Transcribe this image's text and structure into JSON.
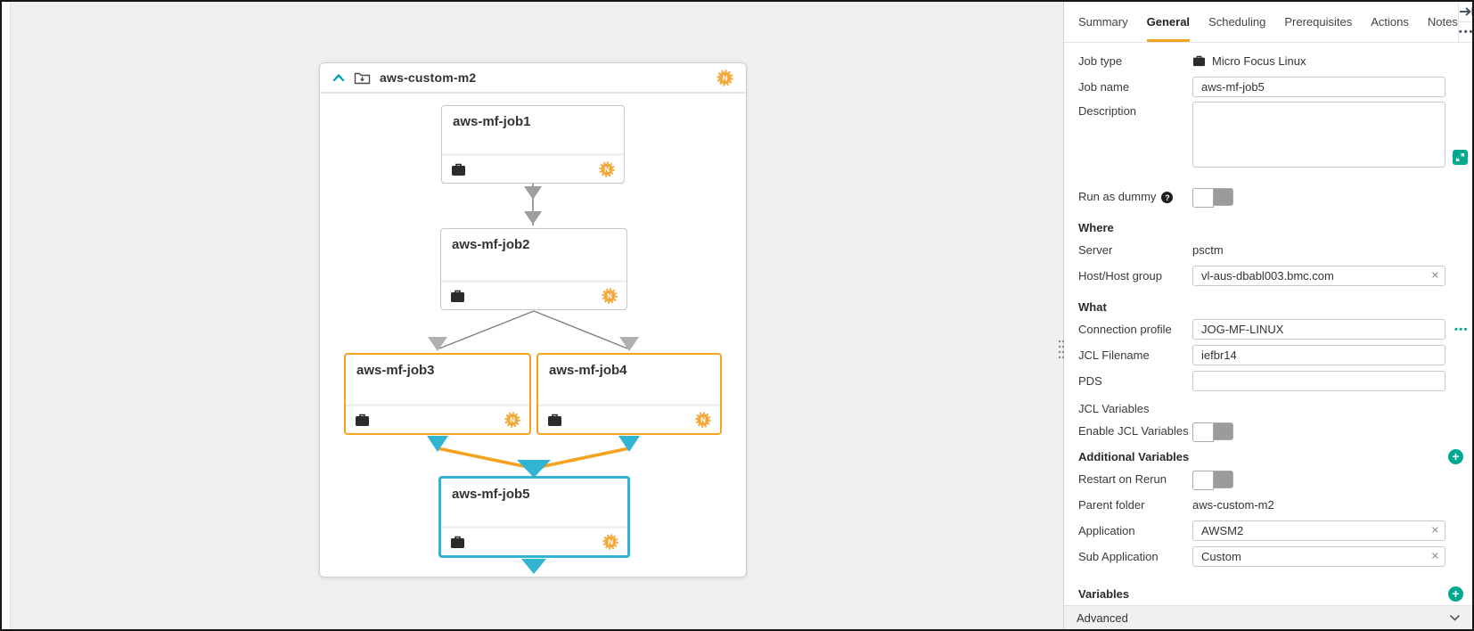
{
  "canvas": {
    "badge_letter": "N",
    "folder": {
      "title": "aws-custom-m2"
    },
    "jobs": [
      {
        "label": "aws-mf-job1"
      },
      {
        "label": "aws-mf-job2"
      },
      {
        "label": "aws-mf-job3"
      },
      {
        "label": "aws-mf-job4"
      },
      {
        "label": "aws-mf-job5"
      }
    ]
  },
  "panel": {
    "tabs": [
      {
        "label": "Summary"
      },
      {
        "label": "General"
      },
      {
        "label": "Scheduling"
      },
      {
        "label": "Prerequisites"
      },
      {
        "label": "Actions"
      },
      {
        "label": "Notes"
      }
    ],
    "active_tab": "General",
    "general": {
      "job_type_label": "Job type",
      "job_type_value": "Micro Focus Linux",
      "job_name_label": "Job name",
      "job_name_value": "aws-mf-job5",
      "description_label": "Description",
      "description_value": "",
      "run_as_dummy_label": "Run as dummy",
      "run_as_dummy_state": "off",
      "where_title": "Where",
      "server_label": "Server",
      "server_value": "psctm",
      "host_label": "Host/Host group",
      "host_value": "vl-aus-dbabl003.bmc.com",
      "what_title": "What",
      "connection_profile_label": "Connection profile",
      "connection_profile_value": "JOG-MF-LINUX",
      "jcl_filename_label": "JCL Filename",
      "jcl_filename_value": "iefbr14",
      "pds_label": "PDS",
      "pds_value": "",
      "jcl_variables_label": "JCL Variables",
      "enable_jcl_variables_label": "Enable JCL Variables",
      "enable_jcl_variables_state": "off",
      "additional_variables_title": "Additional Variables",
      "restart_on_rerun_label": "Restart on Rerun",
      "restart_on_rerun_state": "off",
      "parent_folder_label": "Parent folder",
      "parent_folder_value": "aws-custom-m2",
      "application_label": "Application",
      "application_value": "AWSM2",
      "sub_application_label": "Sub Application",
      "sub_application_value": "Custom",
      "variables_title": "Variables",
      "advanced_title": "Advanced"
    },
    "colors": {
      "accent_orange": "#F5A31F",
      "accent_teal": "#31B4D2",
      "accent_green": "#00A98F"
    }
  }
}
